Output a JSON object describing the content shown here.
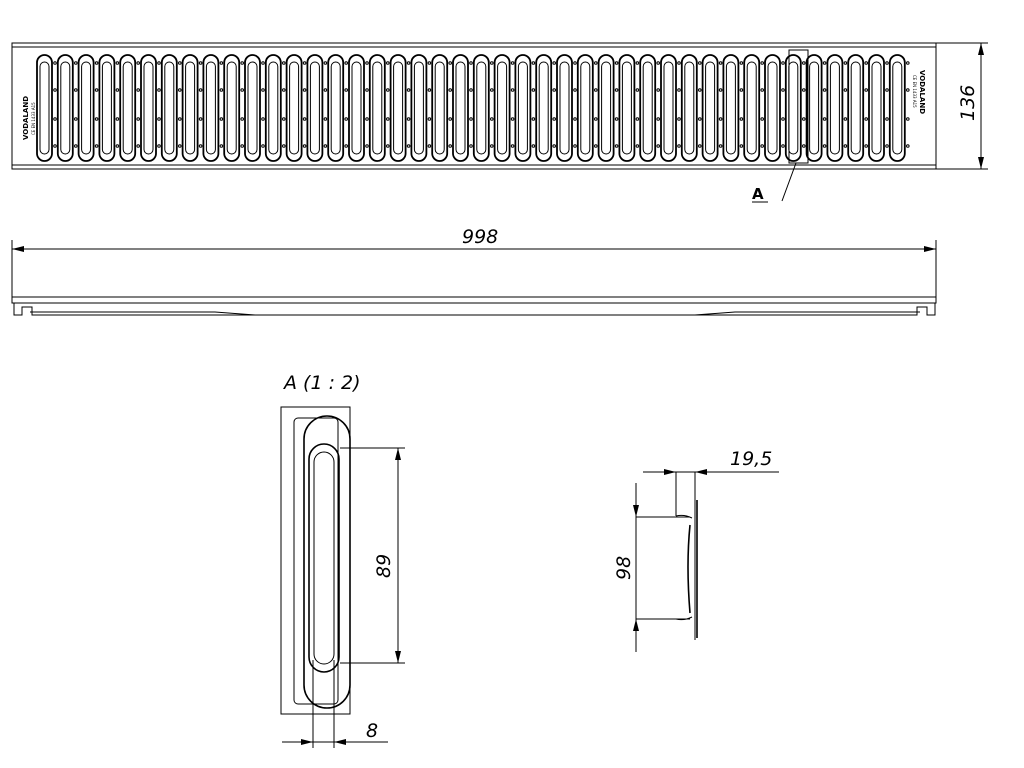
{
  "top_view": {
    "detail_marker": "A",
    "height_dim": "136",
    "logo_text": "VODALAND",
    "logo_subtext": "CE EN 1433 A15"
  },
  "side_view": {
    "length_dim": "998"
  },
  "detail_a": {
    "title": "A (1 : 2)",
    "slot_length_dim": "89",
    "slot_width_dim": "8"
  },
  "section_view": {
    "depth_dim": "19,5",
    "span_dim": "98"
  }
}
